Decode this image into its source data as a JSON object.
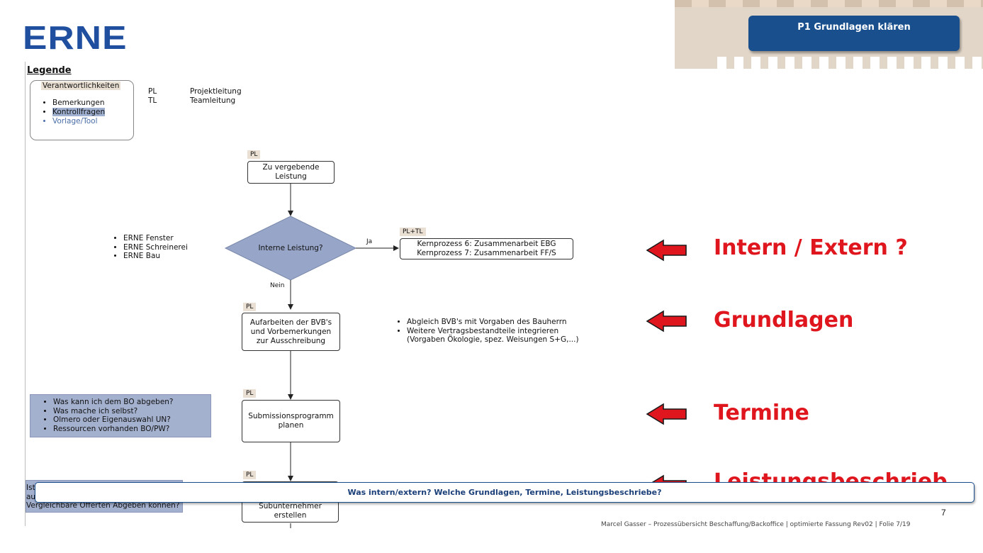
{
  "header": {
    "logo": "ERNE",
    "phase_label": "P1  Grundlagen klären"
  },
  "legend": {
    "title": "Legende",
    "responsibilities": "Verantwortlichkeiten",
    "items": [
      "Bemerkungen",
      "Kontrollfragen",
      "Vorlage/Tool"
    ],
    "abbreviations": [
      {
        "code": "PL",
        "meaning": "Projektleitung"
      },
      {
        "code": "TL",
        "meaning": "Teamleitung"
      }
    ]
  },
  "flow": {
    "step1": {
      "tag": "PL",
      "text_line1": "Zu vergebende",
      "text_line2": "Leistung"
    },
    "decision": {
      "text": "Interne Leistung?",
      "yes": "Ja",
      "no": "Nein"
    },
    "internal_notes": [
      "ERNE Fenster",
      "ERNE Schreinerei",
      "ERNE Bau"
    ],
    "core": {
      "tag": "PL+TL",
      "line1": "Kernprozess 6: Zusammenarbeit EBG",
      "line2": "Kernprozess 7: Zusammenarbeit FF/S"
    },
    "step2": {
      "tag": "PL",
      "line1": "Aufarbeiten der BVB's",
      "line2": "und Vorbemerkungen",
      "line3": "zur Ausschreibung"
    },
    "step2_notes": [
      "Abgleich BVB's mit Vorgaben des Bauherrn",
      "Weitere Vertragsbestandteile integrieren"
    ],
    "step2_notes_extra": "(Vorgaben Ökologie, spez. Weisungen S+G,...)",
    "step3": {
      "tag": "PL",
      "line1": "Submissionsprogramm",
      "line2": "planen"
    },
    "questions": [
      "Was kann ich dem BO abgeben?",
      "Was mache ich selbst?",
      "Olmero oder Eigenauswahl UN?",
      "Ressourcen vorhanden BO/PW?"
    ],
    "step4": {
      "tag": "PL",
      "line1": "Subunternehmer",
      "line2": "erstellen"
    },
    "partial_box": {
      "line1": "Ist",
      "line2": "au",
      "line3": "Vergleichbare Offerten Abgeben können?"
    }
  },
  "annotations": [
    {
      "label": "Intern / Extern ?"
    },
    {
      "label": "Grundlagen"
    },
    {
      "label": "Termine"
    },
    {
      "label": "Leistungsbeschrieb"
    }
  ],
  "colors": {
    "brand": "#1f4f9e",
    "accent_red": "#e0161e",
    "phase_bg": "#1a4f8e",
    "question_bg": "#a3b0ce"
  },
  "bottom_bar": "Was intern/extern? Welche Grundlagen, Termine, Leistungsbeschriebe?",
  "page_number": "7",
  "footer": "Marcel Gasser – Prozessübersicht Beschaffung/Backoffice | optimierte Fassung Rev02 | Folie 7/19"
}
